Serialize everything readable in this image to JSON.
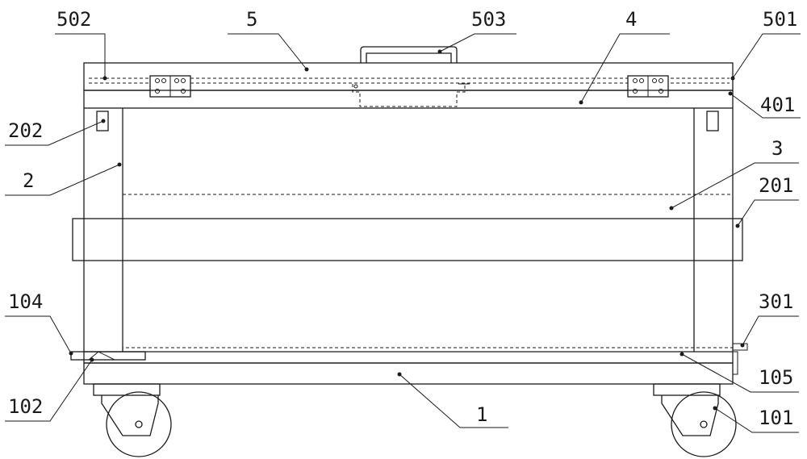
{
  "figure": {
    "labels": {
      "l1": "1",
      "l2": "2",
      "l3": "3",
      "l4": "4",
      "l5": "5",
      "l101": "101",
      "l102": "102",
      "l104": "104",
      "l105": "105",
      "l201": "201",
      "l202": "202",
      "l301": "301",
      "l401": "401",
      "l501": "501",
      "l502": "502",
      "l503": "503"
    }
  }
}
